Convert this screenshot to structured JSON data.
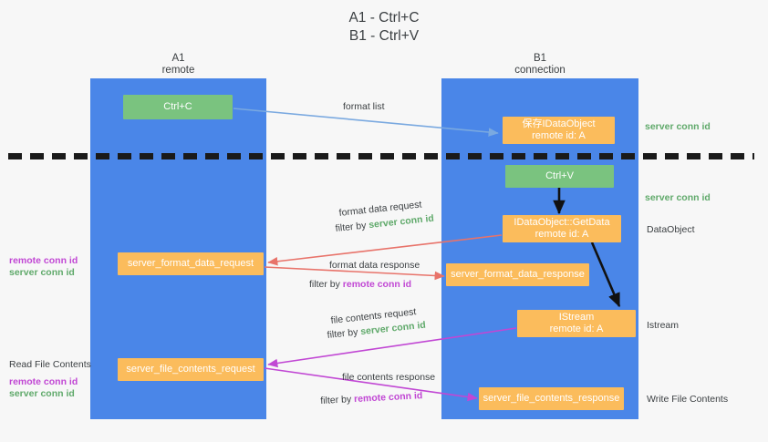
{
  "title": {
    "line1": "A1 - Ctrl+C",
    "line2": "B1 - Ctrl+V"
  },
  "lanes": [
    {
      "name": "A1",
      "sub": "remote",
      "color": "#4a86e8"
    },
    {
      "name": "B1",
      "sub": "connection",
      "color": "#4a86e8"
    }
  ],
  "colors": {
    "lane": "#4a86e8",
    "green_node": "#7ac37f",
    "orange_node": "#fbbc5c",
    "server_conn_id": "#5fa96a",
    "remote_conn_id": "#c147d4",
    "arrow_blue": "#7aa9e0",
    "arrow_red": "#e8736a",
    "arrow_magenta": "#c147d4",
    "arrow_black": "#000000",
    "divider": "#1a1a1a"
  },
  "nodes": {
    "ctrl_c": {
      "line1": "Ctrl+C",
      "line2": ""
    },
    "idataobject_saved": {
      "line1": "保存IDataObject",
      "line2": "remote id: A"
    },
    "ctrl_v": {
      "line1": "Ctrl+V",
      "line2": ""
    },
    "idataobject_getdata": {
      "line1": "IDataObject::GetData",
      "line2": "remote id: A"
    },
    "server_format_data_request": {
      "line1": "server_format_data_request",
      "line2": ""
    },
    "server_format_data_response": {
      "line1": "server_format_data_response",
      "line2": ""
    },
    "istream": {
      "line1": "IStream",
      "line2": "remote id: A"
    },
    "server_file_contents_request": {
      "line1": "server_file_contents_request",
      "line2": ""
    },
    "server_file_contents_response": {
      "line1": "server_file_contents_response",
      "line2": ""
    }
  },
  "edge_labels": {
    "format_list": "format list",
    "format_data_request": "format data request",
    "format_data_response": "format data response",
    "file_contents_request": "file contents request",
    "file_contents_response": "file contents response",
    "filter_by": "filter by",
    "server_conn_id": "server conn id",
    "remote_conn_id": "remote conn id"
  },
  "annotations": {
    "server_conn_id_top": "server conn id",
    "server_conn_id_mid": "server conn id",
    "dataobject": "DataObject",
    "istream": "Istream",
    "write_file_contents": "Write File Contents",
    "read_file_contents": "Read File Contents",
    "remote_conn_id": "remote conn id",
    "server_conn_id": "server conn id"
  }
}
